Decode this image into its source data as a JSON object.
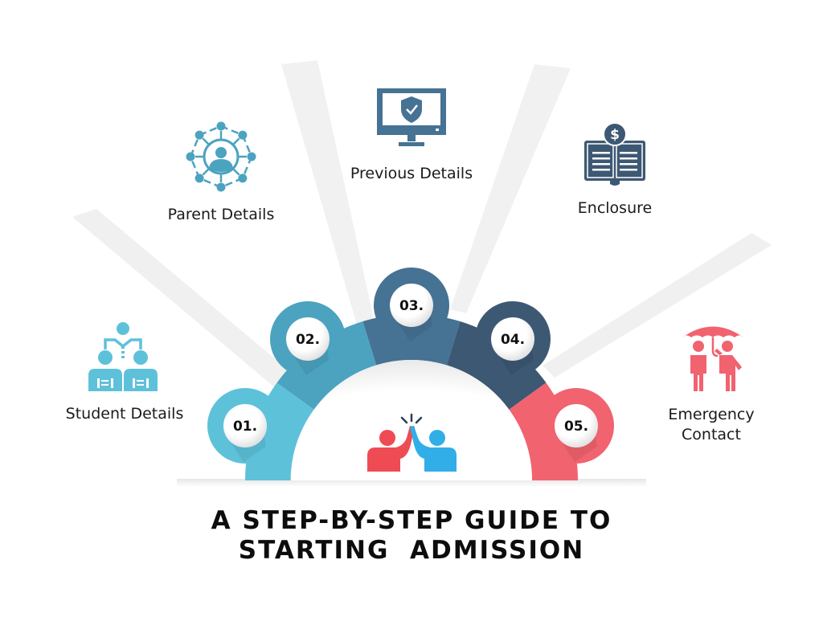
{
  "title": {
    "line1": "A STEP-BY-STEP GUIDE TO",
    "line2": "STARTING  ADMISSION"
  },
  "center_icon": "high-five-icon",
  "steps": [
    {
      "number": "01.",
      "label": "Student Details",
      "icon": "student-hierarchy-icon",
      "color": "#5ec1da"
    },
    {
      "number": "02.",
      "label": "Parent Details",
      "icon": "parent-network-icon",
      "color": "#4ba3c0"
    },
    {
      "number": "03.",
      "label": "Previous Details",
      "icon": "monitor-shield-icon",
      "color": "#467294"
    },
    {
      "number": "04.",
      "label": "Enclosure",
      "icon": "book-dollar-icon",
      "color": "#3d5873"
    },
    {
      "number": "05.",
      "label": "Emergency",
      "label2": "Contact",
      "icon": "umbrella-people-icon",
      "color": "#f0636f"
    }
  ]
}
